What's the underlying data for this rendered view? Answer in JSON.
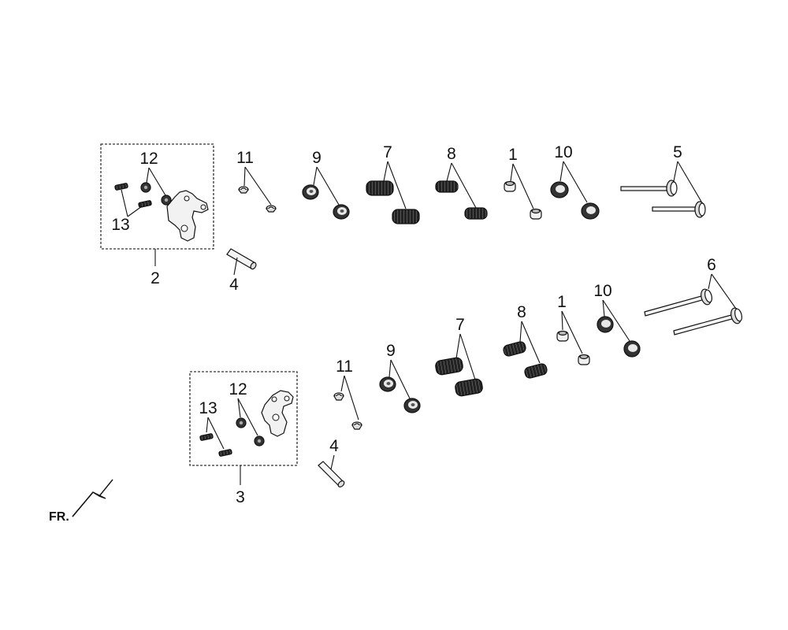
{
  "diagram": {
    "labels": {
      "upper_1": "1",
      "upper_2": "2",
      "upper_4": "4",
      "upper_5": "5",
      "upper_7": "7",
      "upper_8": "8",
      "upper_9": "9",
      "upper_10": "10",
      "upper_11": "11",
      "upper_12": "12",
      "upper_13": "13",
      "lower_1": "1",
      "lower_3": "3",
      "lower_4": "4",
      "lower_6": "6",
      "lower_7": "7",
      "lower_8": "8",
      "lower_9": "9",
      "lower_10": "10",
      "lower_11": "11",
      "lower_12": "12",
      "lower_13": "13"
    },
    "front_indicator": "FR."
  }
}
